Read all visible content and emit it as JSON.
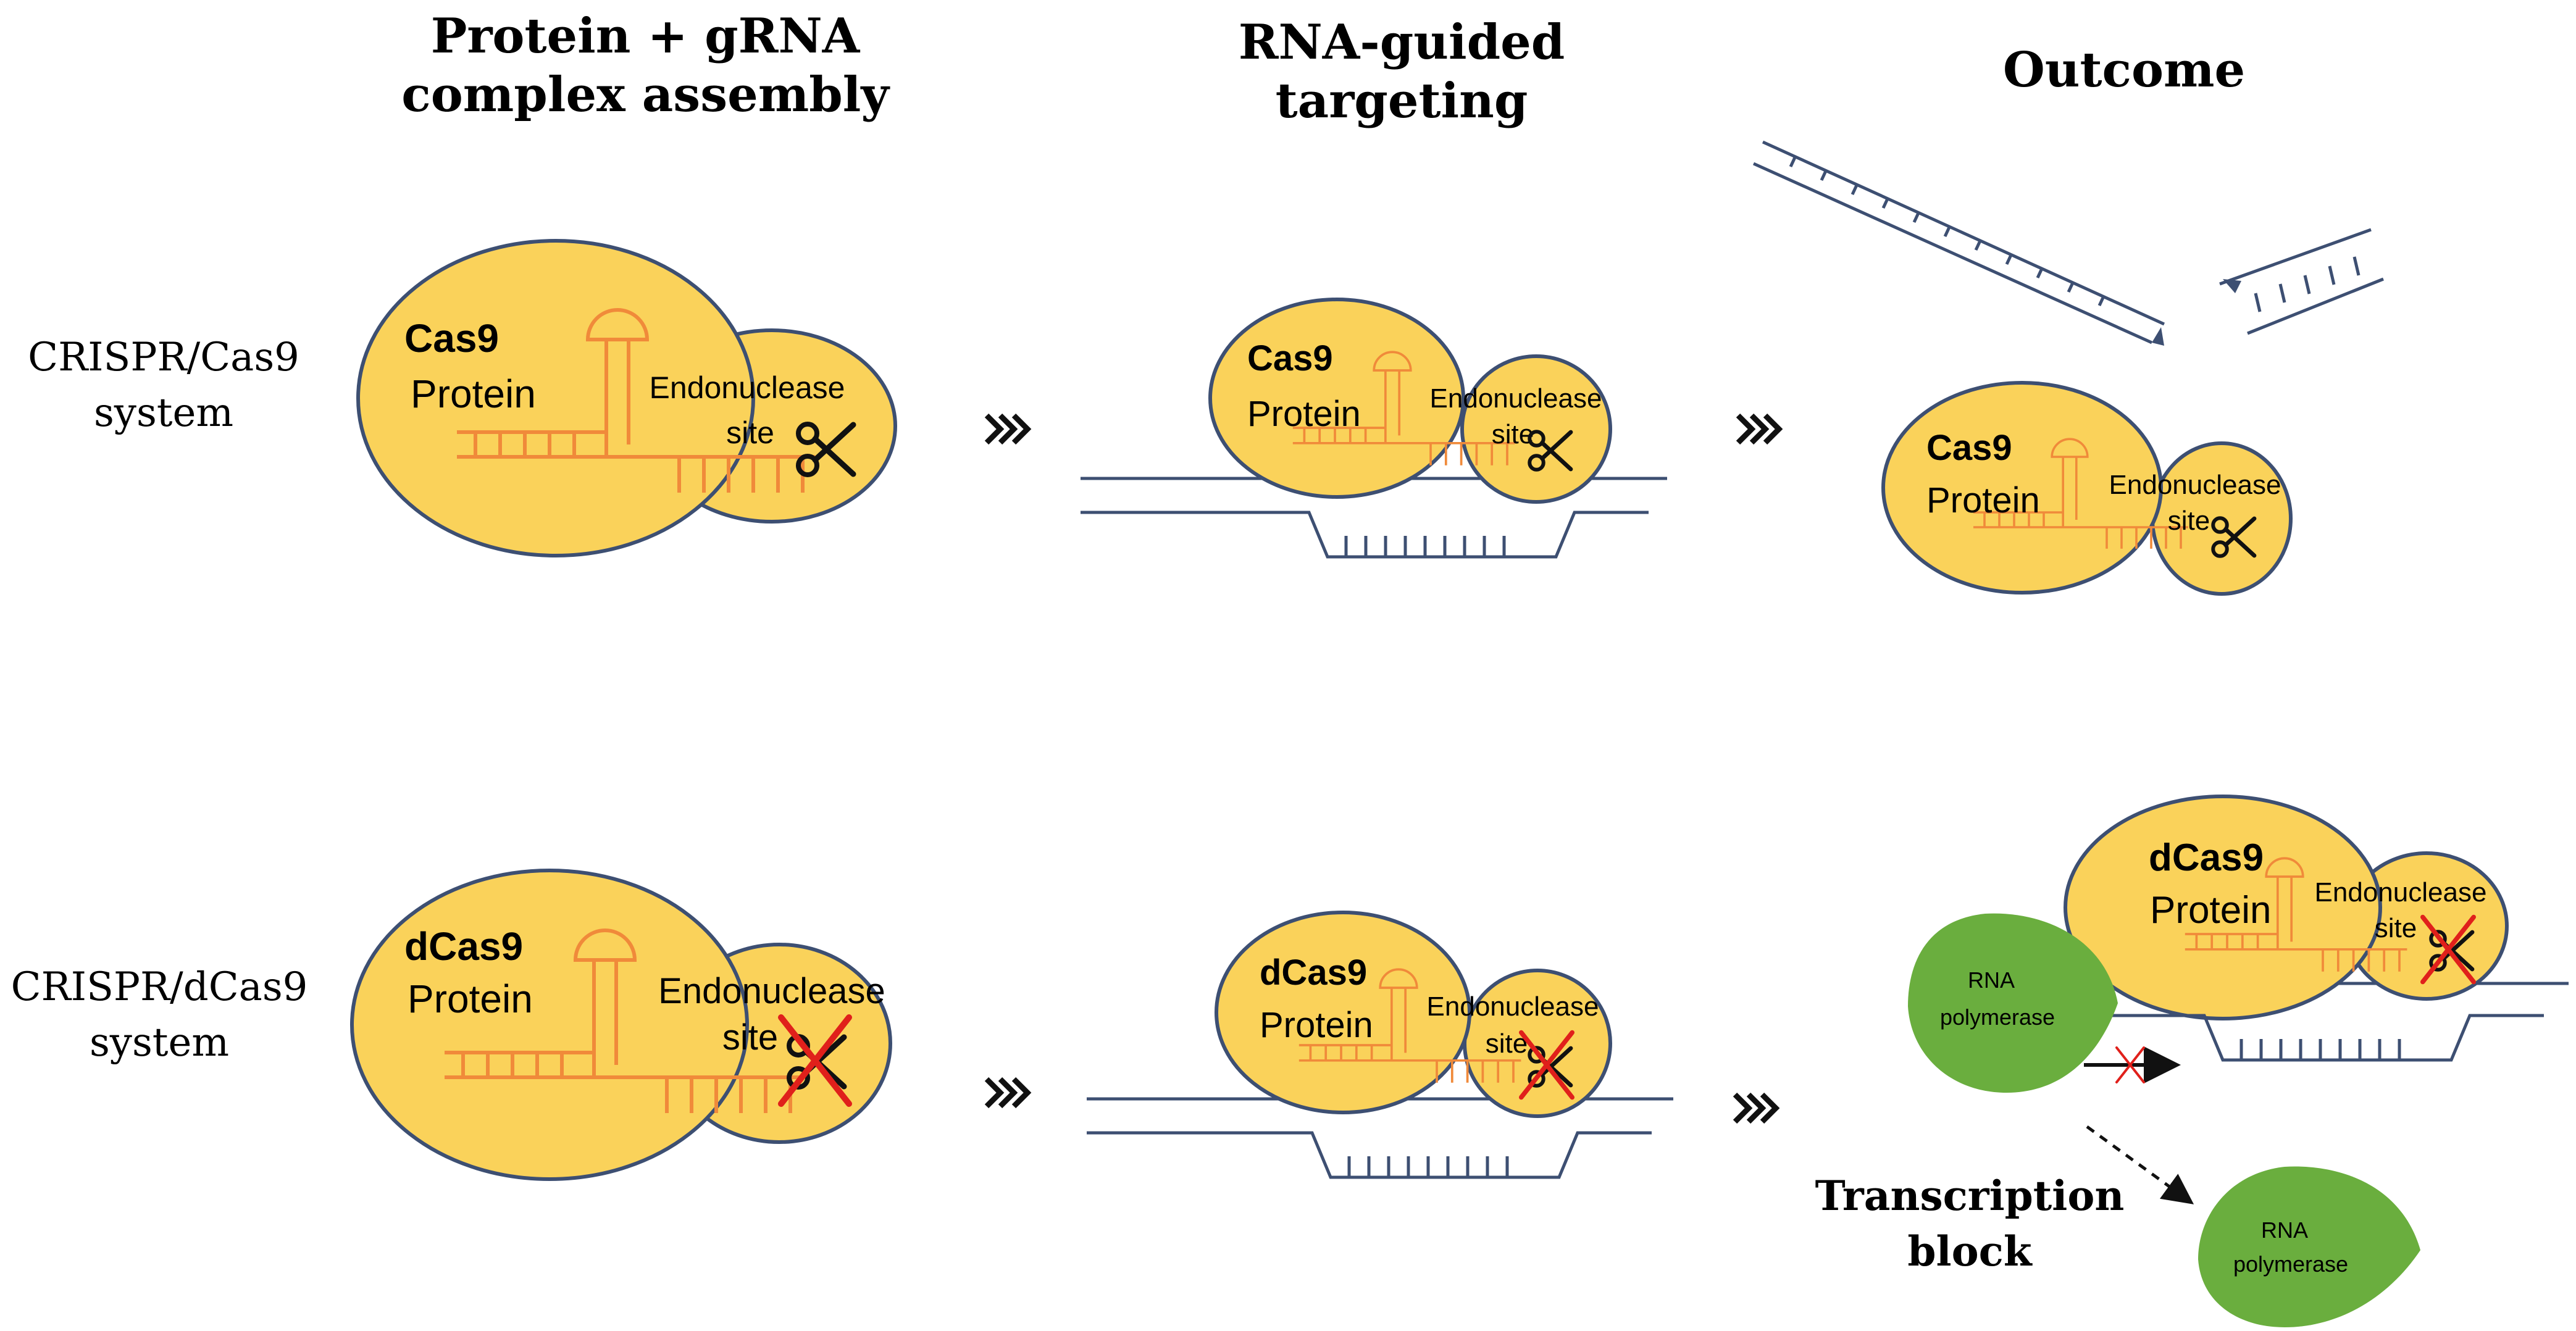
{
  "headers": {
    "col1_line1": "Protein + gRNA",
    "col1_line2": "complex assembly",
    "col2_line1": "RNA-guided",
    "col2_line2": "targeting",
    "col3": "Outcome"
  },
  "rows": {
    "cas9_line1": "CRISPR/Cas9",
    "cas9_line2": "system",
    "dcas9_line1": "CRISPR/dCas9",
    "dcas9_line2": "system"
  },
  "labels": {
    "cas9": "Cas9",
    "dcas9": "dCas9",
    "protein": "Protein",
    "endonuclease": "Endonuclease",
    "site": "site",
    "rna": "RNA",
    "polymerase": "polymerase",
    "transcription_line1": "Transcription",
    "transcription_line2": "block"
  },
  "arrow_glyph": "»»",
  "colors": {
    "protein_fill": "#FAD25A",
    "outline": "#3D4F72",
    "grna": "#F08A3A",
    "polymerase": "#6AAE3E",
    "inactive_mark": "#E0201B"
  },
  "icons": [
    "scissors-icon",
    "red-x-icon",
    "chevron-arrow-icon",
    "dashed-arrow-icon"
  ]
}
